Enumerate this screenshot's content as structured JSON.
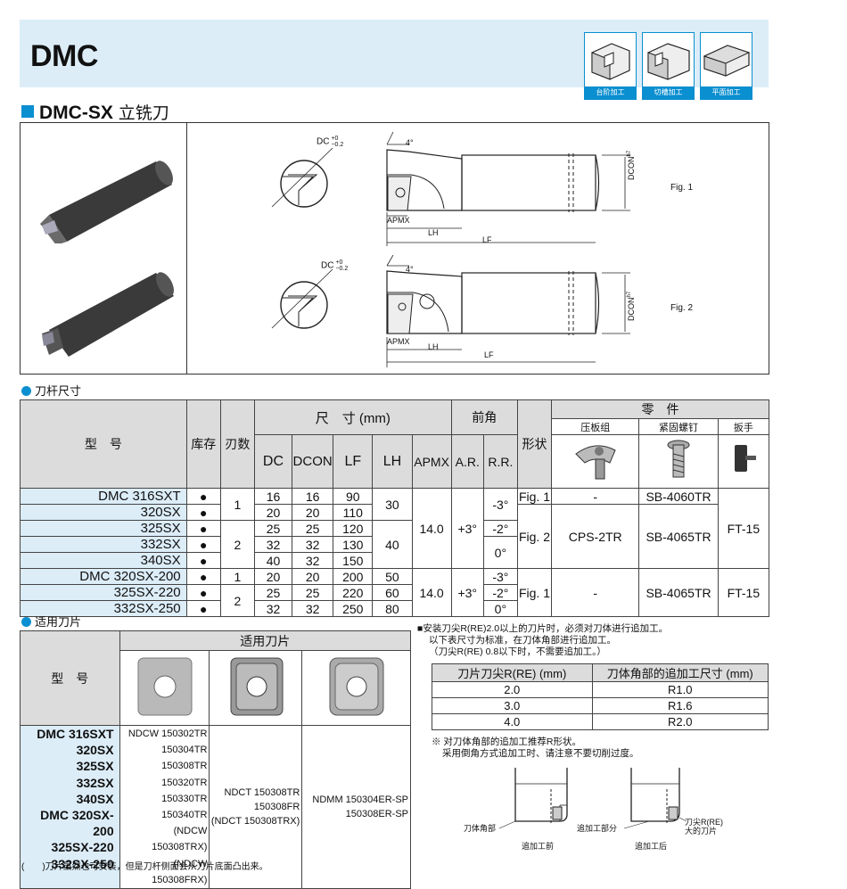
{
  "header": {
    "title": "DMC"
  },
  "machining_types": [
    {
      "label": "台阶加工"
    },
    {
      "label": "切槽加工"
    },
    {
      "label": "平面加工"
    }
  ],
  "section": {
    "code": "DMC-SX",
    "name": "立铣刀"
  },
  "figures": {
    "fig1": {
      "label": "Fig. 1"
    },
    "fig2": {
      "label": "Fig. 2"
    },
    "dc_label": "DC",
    "dc_tol_upper": "+0",
    "dc_tol_lower": "−0.2",
    "angle": "4°",
    "dcon_label": "DCON",
    "dcon_tol": "h7",
    "apmx": "APMX",
    "lh": "LH",
    "lf": "LF"
  },
  "shank_dims": {
    "title": "刀杆尺寸",
    "headers": {
      "model": "型　号",
      "stock": "库存",
      "flutes": "刃数",
      "dims": "尺　寸 (mm)",
      "rake": "前角",
      "shape": "形状",
      "parts": "零　件",
      "dc": "DC",
      "dcon": "DCON",
      "lf": "LF",
      "lh": "LH",
      "apmx": "APMX",
      "ar": "A.R.",
      "rr": "R.R.",
      "clamp": "压板组",
      "screw": "紧固螺钉",
      "wrench": "扳手"
    },
    "rows": [
      {
        "model": "DMC 316SXT",
        "stock": "●",
        "dc": "16",
        "dcon": "16",
        "lf": "90",
        "rr": "-3°"
      },
      {
        "model": "320SX",
        "stock": "●",
        "dc": "20",
        "dcon": "20",
        "lf": "110"
      },
      {
        "model": "325SX",
        "stock": "●",
        "dc": "25",
        "dcon": "25",
        "lf": "120",
        "rr": "-2°"
      },
      {
        "model": "332SX",
        "stock": "●",
        "dc": "32",
        "dcon": "32",
        "lf": "130"
      },
      {
        "model": "340SX",
        "stock": "●",
        "dc": "40",
        "dcon": "32",
        "lf": "150"
      },
      {
        "model": "DMC 320SX-200",
        "stock": "●",
        "dc": "20",
        "dcon": "20",
        "lf": "200",
        "lh": "50",
        "rr": "-3°"
      },
      {
        "model": "325SX-220",
        "stock": "●",
        "dc": "25",
        "dcon": "25",
        "lf": "220",
        "lh": "60",
        "rr": "-2°"
      },
      {
        "model": "332SX-250",
        "stock": "●",
        "dc": "32",
        "dcon": "32",
        "lf": "250",
        "lh": "80",
        "rr": "0°"
      }
    ],
    "g1": {
      "flutes_a": "1",
      "flutes_b": "2",
      "lh_a": "30",
      "lh_b": "40",
      "apmx": "14.0",
      "ar": "+3°",
      "rr_0": "0°",
      "shape_a": "Fig. 1",
      "shape_b": "Fig. 2",
      "clamp_a": "-",
      "clamp_b": "CPS-2TR",
      "screw_a": "SB-4060TR",
      "screw_b": "SB-4065TR",
      "wrench": "FT-15"
    },
    "g2": {
      "flutes_a": "1",
      "flutes_b": "2",
      "apmx": "14.0",
      "ar": "+3°",
      "shape": "Fig. 1",
      "clamp": "-",
      "screw": "SB-4065TR",
      "wrench": "FT-15"
    }
  },
  "inserts": {
    "title": "适用刀片",
    "model_header": "型　号",
    "col_header": "适用刀片",
    "models": [
      "DMC 316SXT",
      "320SX",
      "325SX",
      "332SX",
      "340SX",
      "DMC 320SX-200",
      "325SX-220",
      "332SX-250"
    ],
    "col1": [
      "NDCW 150302TR",
      "150304TR",
      "150308TR",
      "150320TR",
      "150330TR",
      "150340TR",
      "(NDCW 150308TRX)",
      "(NDCW 150308FRX)"
    ],
    "col2": [
      "NDCT  150308TR",
      "150308FR",
      "(NDCT  150308TRX)"
    ],
    "col3": [
      "NDMM  150304ER-SP",
      "150308ER-SP"
    ],
    "footnote": "(　　)刀片虽然也可安装，但是刀杆侧面会从刀片底面凸出来。"
  },
  "corner": {
    "note1": "■安装刀尖R(RE)2.0以上的刀片时，必须对刀体进行追加工。",
    "note2": "以下表尺寸为标准，在刀体角部进行追加工。",
    "note3": "（刀尖R(RE) 0.8以下时，不需要追加工。）",
    "headers": [
      "刀片刀尖R(RE) (mm)",
      "刀体角部的追加工尺寸 (mm)"
    ],
    "rows": [
      [
        "2.0",
        "R1.0"
      ],
      [
        "3.0",
        "R1.6"
      ],
      [
        "4.0",
        "R2.0"
      ]
    ],
    "note4": "※ 对刀体角部的追加工推荐R形状。",
    "note5": "采用倒角方式追加工时、请注意不要切削过度。",
    "diagram": {
      "body_corner": "刀体角部",
      "before": "追加工前",
      "part": "追加工部分",
      "after": "追加工后",
      "large_r_1": "刀尖R(RE)",
      "large_r_2": "大的刀片"
    }
  }
}
